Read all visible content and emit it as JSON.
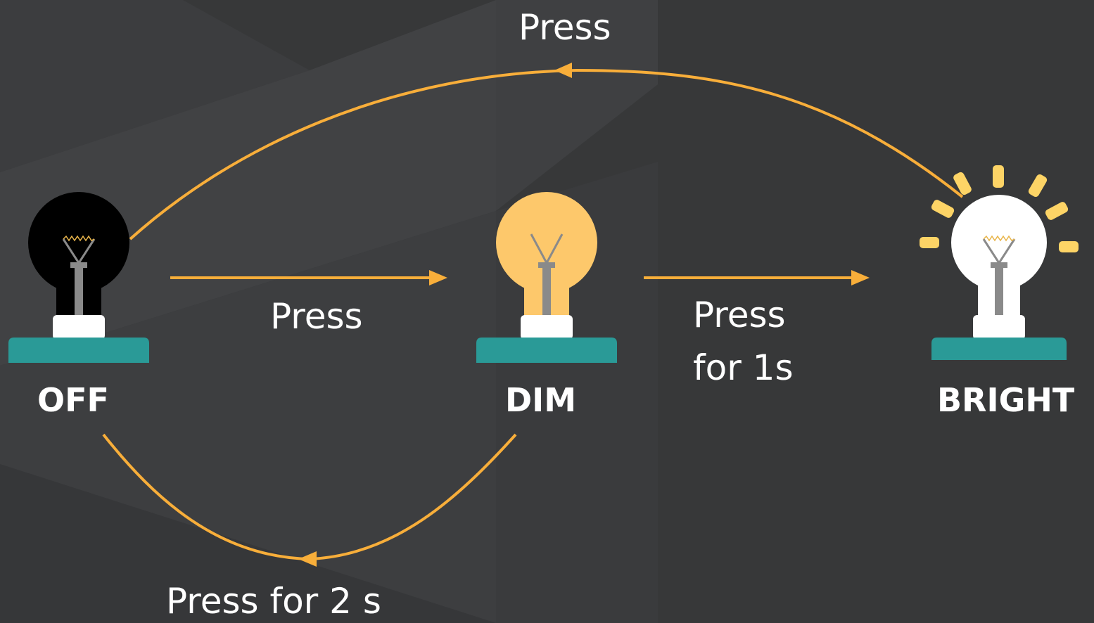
{
  "colors": {
    "background": "#373839",
    "arrow": "#f8ae3a",
    "platform": "#2a9a97",
    "bulb_off": "#000000",
    "bulb_dim": "#fdc86b",
    "bulb_bright": "#ffffff",
    "bulb_stem": "#8a8a8a",
    "rays": "#fdd466",
    "text": "#ffffff"
  },
  "states": {
    "off": {
      "label": "OFF",
      "icon": "lightbulb-off-icon"
    },
    "dim": {
      "label": "DIM",
      "icon": "lightbulb-dim-icon"
    },
    "bright": {
      "label": "BRIGHT",
      "icon": "lightbulb-bright-icon"
    }
  },
  "transitions": {
    "off_to_dim": {
      "line1": "Press"
    },
    "dim_to_bright": {
      "line1": "Press",
      "line2": "for 1s"
    },
    "bright_to_off": {
      "line1": "Press"
    },
    "dim_to_off": {
      "line1": "Press for 2 s"
    }
  }
}
